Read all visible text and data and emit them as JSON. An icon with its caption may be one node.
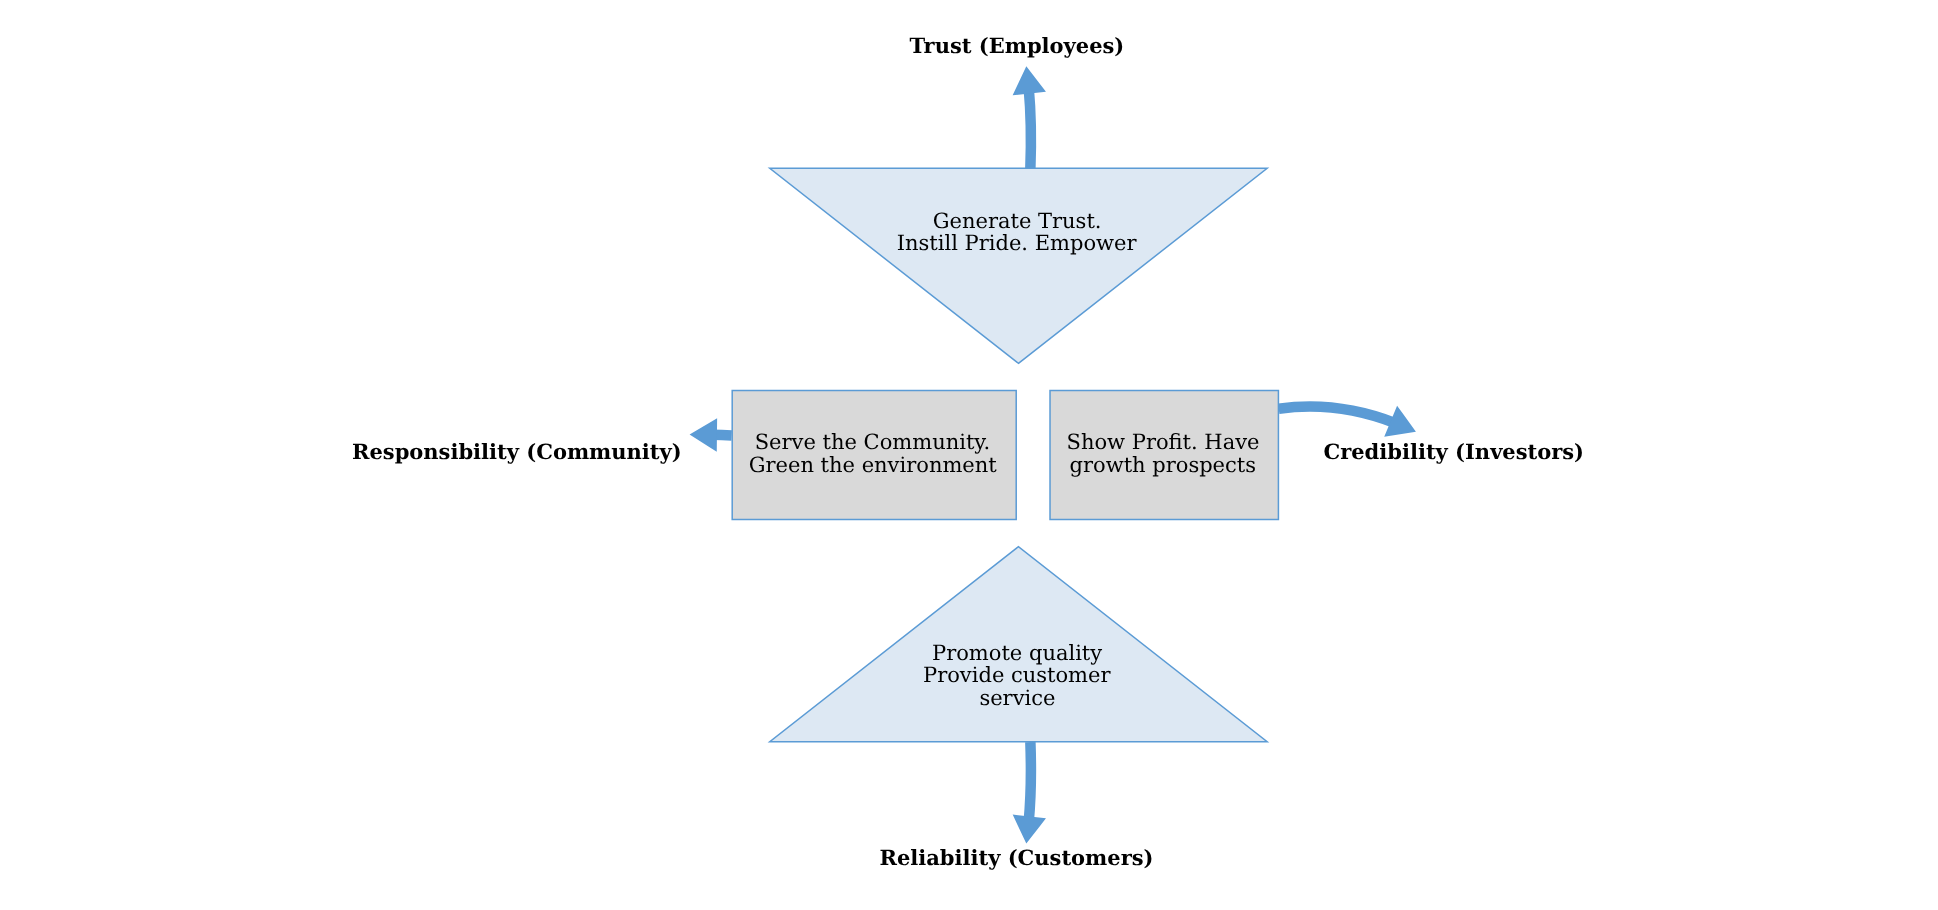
{
  "diagram": {
    "nodes": [
      {
        "text": [
          "Trust (Employees)"
        ]
      },
      {
        "text": [
          "Generate Trust. Instill Pride. Empower"
        ]
      },
      {
        "text": [
          "Responsibility (Community)"
        ]
      },
      {
        "text": [
          "Serve the Community. Green the environment"
        ]
      },
      {
        "text": [
          "Show Profit. Have growth prospects"
        ]
      },
      {
        "text": [
          "Credibility (Investors)"
        ]
      },
      {
        "text": [
          "Promote quality Provide customer service"
        ]
      },
      {
        "text": [
          "Reliability (Customers)"
        ]
      }
    ],
    "edges": [
      {
        "from": 1,
        "to": 0,
        "arrow": "to"
      },
      {
        "from": 3,
        "to": 2,
        "arrow": "to"
      },
      {
        "from": 4,
        "to": 5,
        "arrow": "to"
      },
      {
        "from": 6,
        "to": 7,
        "arrow": "to"
      }
    ]
  }
}
